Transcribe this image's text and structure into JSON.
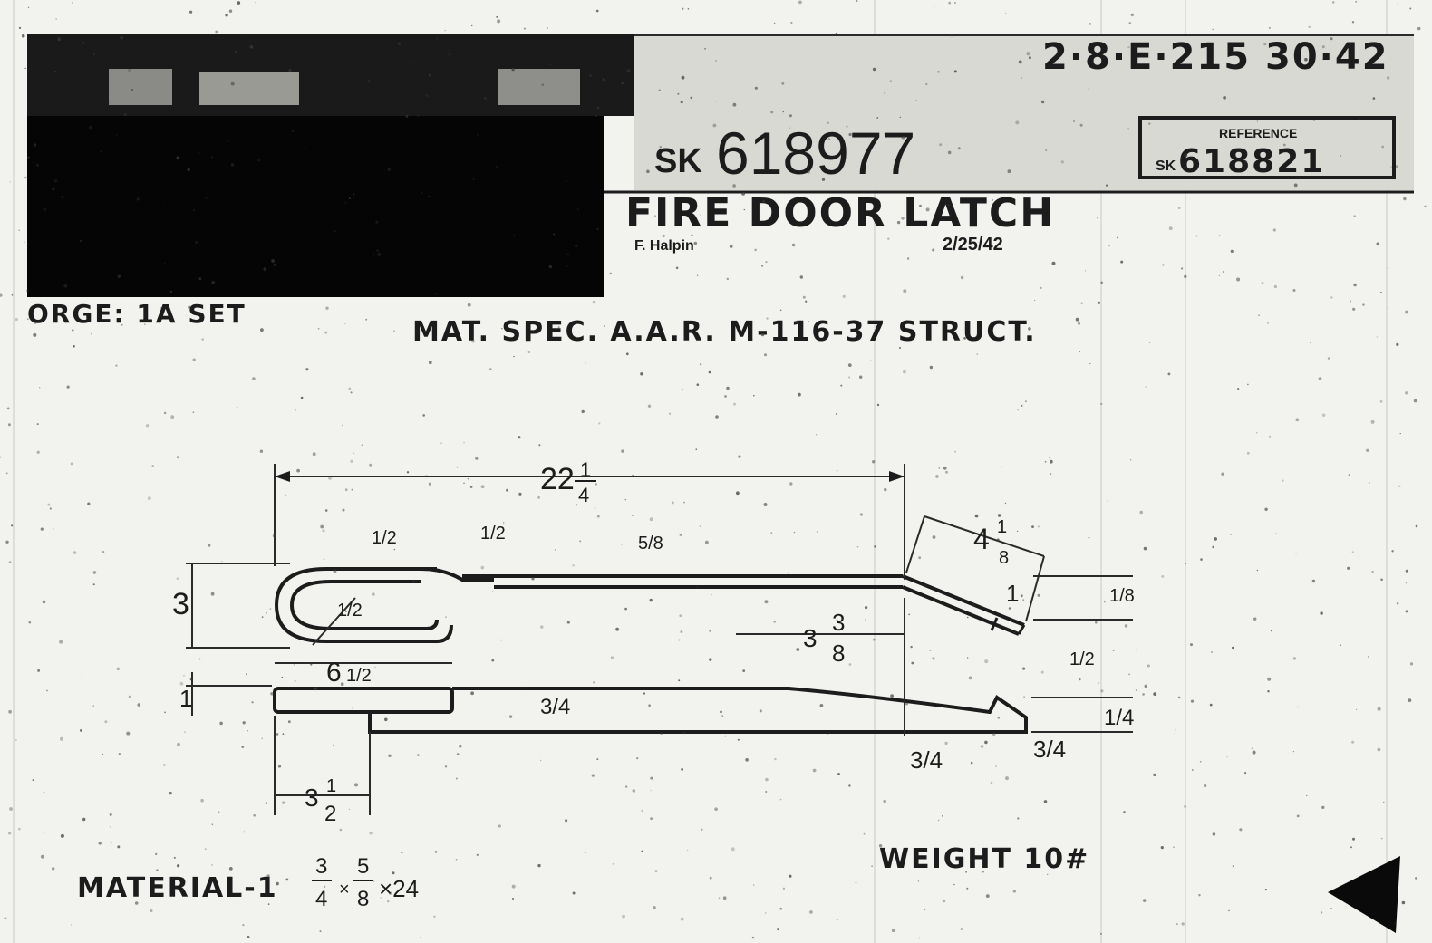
{
  "title_block": {
    "top_code": "2·8·E·215  30·42",
    "drawing_number_prefix": "SK",
    "drawing_number": "618977",
    "reference_label": "REFERENCE",
    "reference_prefix": "SK",
    "reference_number": "618821",
    "part_title": "FIRE DOOR LATCH",
    "drawn_by": "F. Halpin",
    "date": "2/25/42"
  },
  "notes": {
    "forge": "ORGE: 1A SET",
    "mat_spec": "MAT. SPEC. A.A.R. M-116-37 STRUCT.",
    "material_prefix": "MATERIAL-1",
    "material_w_num": "3",
    "material_w_den": "4",
    "material_t_num": "5",
    "material_t_den": "8",
    "material_len": "×24",
    "weight": "WEIGHT 10#"
  },
  "dimensions": {
    "overall_length_whole": "22",
    "overall_length_num": "1",
    "overall_length_den": "4",
    "eye_height": "3",
    "eye_width_whole": "6",
    "eye_width_frac": "1/2",
    "eye_radius": "1/2",
    "bar_thickness_left": "1/2",
    "bar_thickness_mid": "1/2",
    "bar_thickness_label": "5/8",
    "tip_length_whole": "4",
    "tip_length_num": "1",
    "tip_length_den": "8",
    "tip_slot": "1",
    "tip_rise": "1/8",
    "tip_offset": "1/2",
    "taper_length_whole": "3",
    "taper_length_num": "3",
    "taper_length_den": "8",
    "side_thickness": "1",
    "side_taper": "3/4",
    "hook_depth": "1/4",
    "hook_width_a": "3/4",
    "hook_width_b": "3/4",
    "step_offset_whole": "3",
    "step_offset_num": "1",
    "step_offset_den": "2"
  }
}
